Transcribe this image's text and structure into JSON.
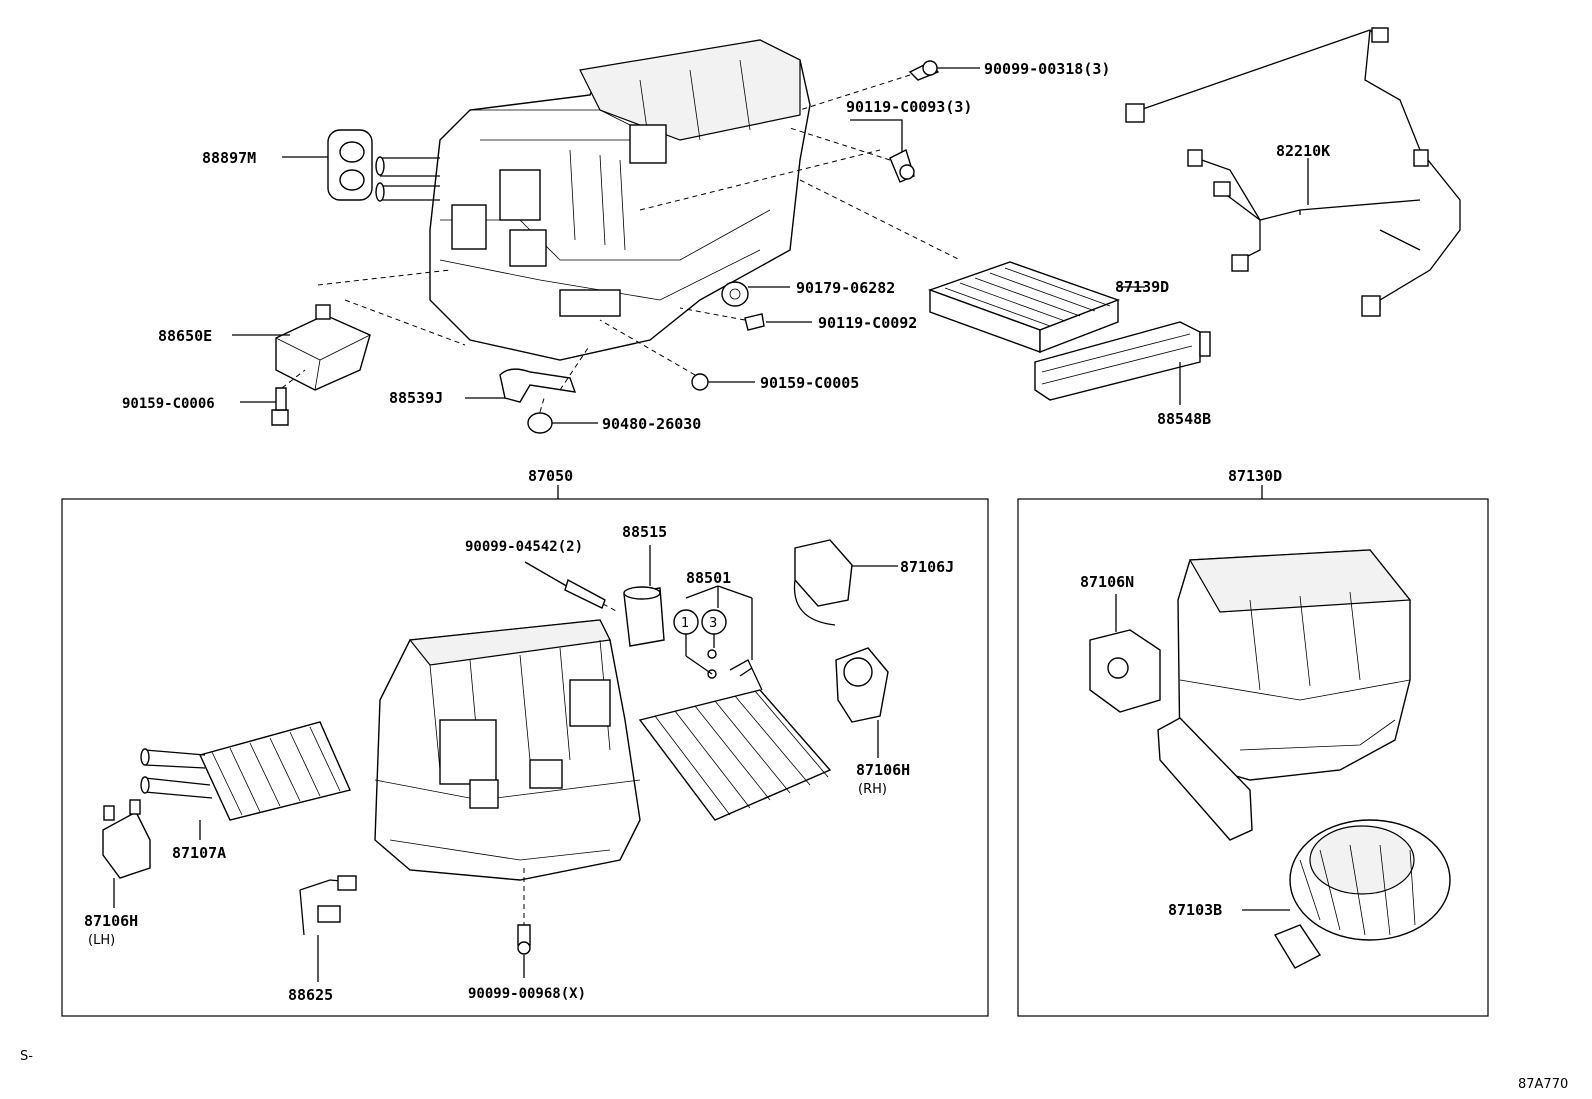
{
  "parts": {
    "p90099_00318": "90099-00318(3)",
    "p90119_C0093": "90119-C0093(3)",
    "p88897M": "88897M",
    "p82210K": "82210K",
    "p90179_06282": "90179-06282",
    "p87139D": "87139D",
    "p88650E": "88650E",
    "p90119_C0092": "90119-C0092",
    "p90159_C0005": "90159-C0005",
    "p88539J": "88539J",
    "p90159_C0006": "90159-C0006",
    "p90480_26030": "90480-26030",
    "p88548B": "88548B",
    "p87050": "87050",
    "p87130D": "87130D",
    "p90099_04542": "90099-04542(2)",
    "p88515": "88515",
    "p88501": "88501",
    "p87106J": "87106J",
    "p87106N": "87106N",
    "p87106H_RH": "87106H",
    "rh_note": "(RH)",
    "p87107A": "87107A",
    "p87106H_LH": "87106H",
    "lh_note": "(LH)",
    "p88625": "88625",
    "p90099_00968": "90099-00968(X)",
    "p87103B": "87103B",
    "circle1": "1",
    "circle3": "3"
  },
  "footer": {
    "left_mark": "S-",
    "figure_code": "87A770"
  }
}
